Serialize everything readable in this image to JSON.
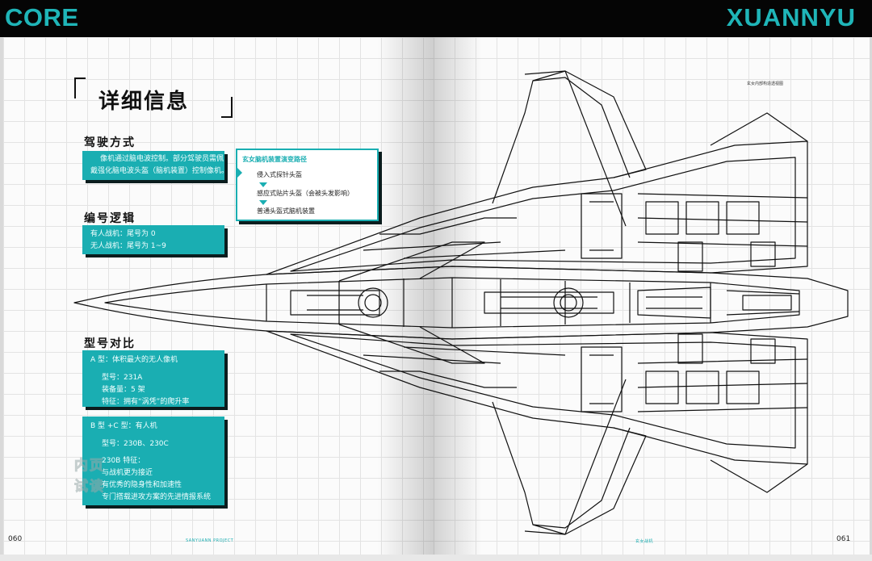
{
  "header": {
    "left_brand": "CORE",
    "right_brand": "XUANNYU"
  },
  "left_page": {
    "title": "详细信息",
    "sections": {
      "piloting": {
        "heading": "驾驶方式",
        "lines": [
          "像机通过脑电波控制。部分驾驶员需佩",
          "戴强化脑电波头盔（脑机装置）控制像机。"
        ]
      },
      "numbering": {
        "heading": "编号逻辑",
        "lines": [
          "有人战机：尾号为 0",
          "无人战机：尾号为 1~9"
        ]
      },
      "comparison": {
        "heading": "型号对比",
        "type_a": {
          "title": "A 型：体积最大的无人像机",
          "lines": [
            "型号：231A",
            "装备量：5 架",
            "特征：拥有“涡凭”的爬升率"
          ]
        },
        "type_bc": {
          "title": "B 型 +C 型：有人机",
          "lines": [
            "型号：230B、230C",
            "230B 特征：",
            "与战机更为接近",
            "有优秀的隐身性和加速性",
            "专门搭载进攻方案的先进情报系统"
          ]
        }
      }
    },
    "flow": {
      "title": "玄女脑机装置演变路径",
      "steps": [
        "侵入式探针头盔",
        "感应式贴片头盔（会被头发影响）",
        "普通头盔式脑机装置"
      ]
    },
    "page_number": "060",
    "footer_text": "SANYUANN PROJECT",
    "watermark": [
      "内页",
      "试读"
    ]
  },
  "right_page": {
    "diagram_label": "玄女内部构造透视图",
    "page_number": "061",
    "footer_text": "玄女战机"
  },
  "colors": {
    "accent": "#1aaeb2",
    "bar": "#050505",
    "page": "#fbfbfb"
  }
}
